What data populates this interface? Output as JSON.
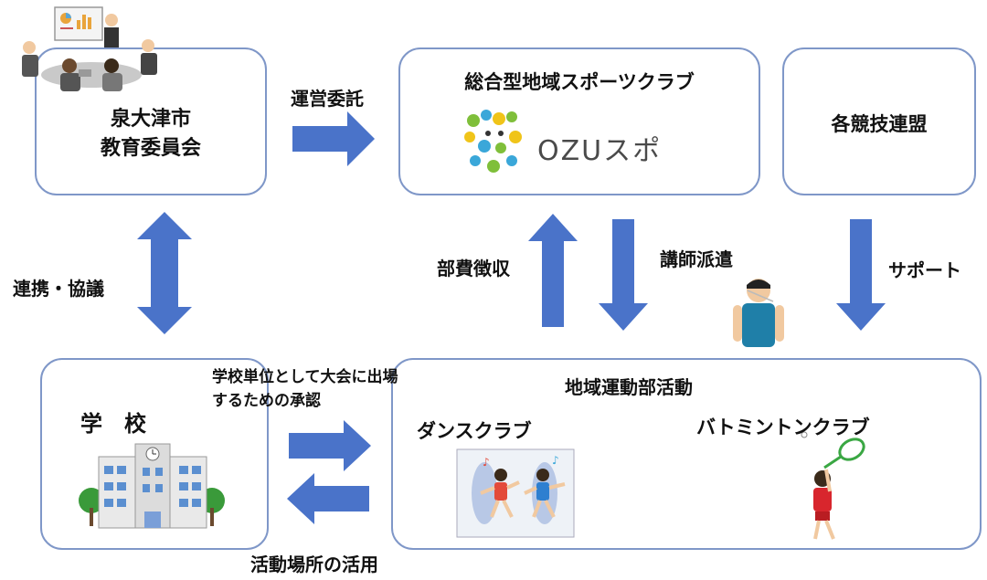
{
  "nodes": {
    "board": {
      "line1": "泉大津市",
      "line2": "教育委員会"
    },
    "club": {
      "title": "総合型地域スポーツクラブ",
      "logo_text": "OZUスポ"
    },
    "federation": {
      "label": "各競技連盟"
    },
    "school": {
      "label": "学　校"
    },
    "community": {
      "title": "地域運動部活動",
      "dance": "ダンスクラブ",
      "badminton": "バトミントンクラブ"
    }
  },
  "edges": {
    "commission": "運営委託",
    "cooperation": "連携・協議",
    "fee": "部費徴収",
    "instructor": "講師派遣",
    "support": "サポート",
    "approval_line1": "学校単位として大会に出場",
    "approval_line2": "するための承認",
    "venue": "活動場所の活用"
  },
  "colors": {
    "arrow": "#4a73c9",
    "box_border": "#7f97c8",
    "logo_text": "#4a4a4a"
  }
}
